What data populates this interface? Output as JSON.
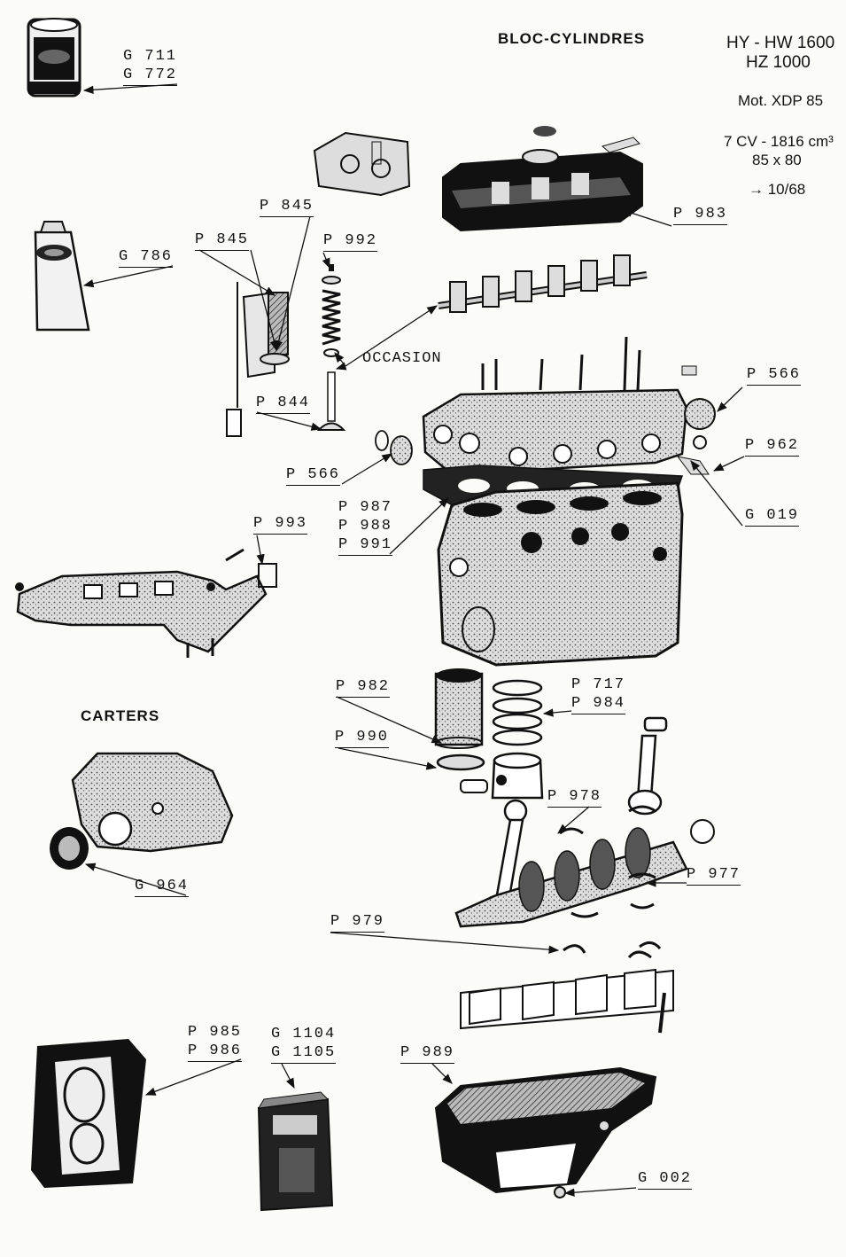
{
  "header": {
    "title": "BLOC-CYLINDRES",
    "model_line1": "HY - HW 1600",
    "model_line2": "HZ 1000",
    "motor": "Mot. XDP 85",
    "spec_power": "7 CV - 1816 cm³",
    "spec_bore": "85 x 80",
    "spec_date": "→ 10/68"
  },
  "section_carters": "CARTERS",
  "labels": {
    "g711": "G 711",
    "g772": "G 772",
    "p845_top": "P 845",
    "p845_left": "P 845",
    "p992": "P 992",
    "g786": "G 786",
    "p983": "P 983",
    "occasion": "OCCASION",
    "p844": "P 844",
    "p566_right": "P 566",
    "p962": "P 962",
    "p566_left": "P 566",
    "p987": "P 987",
    "p988": "P 988",
    "p991": "P 991",
    "g019": "G 019",
    "p993": "P 993",
    "p982": "P 982",
    "p717": "P 717",
    "p984": "P 984",
    "p990": "P 990",
    "p978": "P 978",
    "g964": "G 964",
    "p977": "P 977",
    "p979": "P 979",
    "p985": "P 985",
    "p986": "P 986",
    "g1104": "G 1104",
    "g1105": "G 1105",
    "p989": "P 989",
    "g002": "G 002"
  }
}
